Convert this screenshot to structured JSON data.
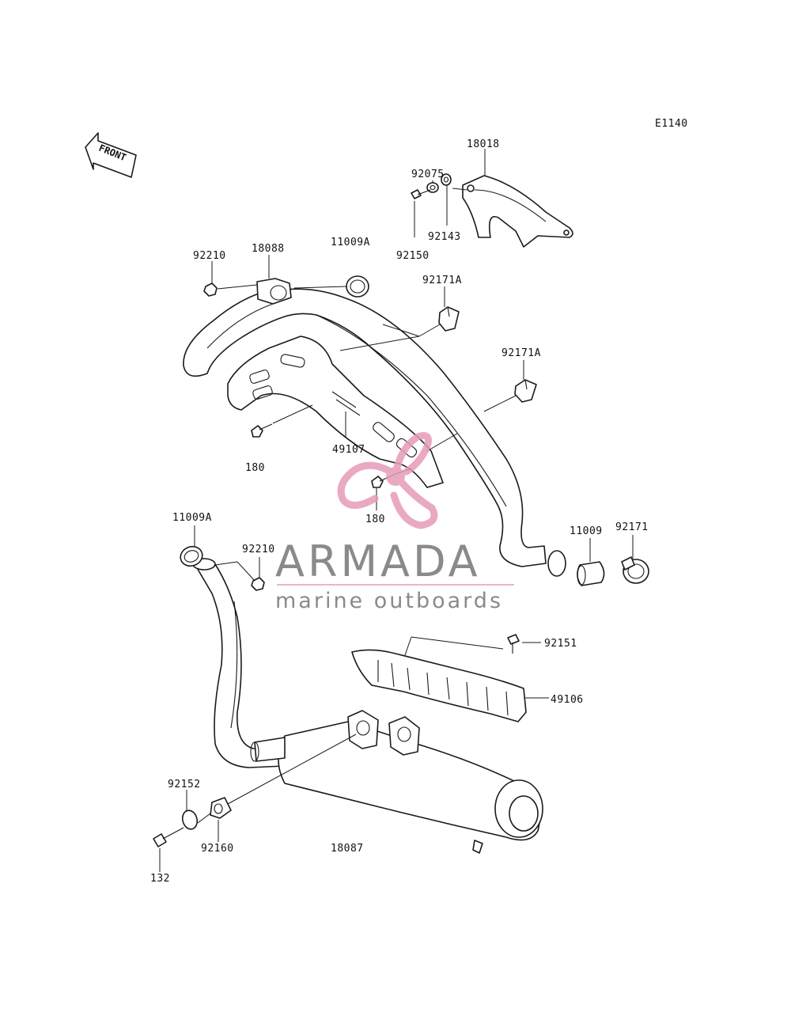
{
  "diagram_code": "E1140",
  "front_arrow": {
    "label": "FRONT",
    "icon": "front-arrow-icon"
  },
  "watermark": {
    "title": "ARMADA",
    "subtitle": "marine outboards",
    "logo_color": "#e79bb8",
    "text_color": "#8a8a8a"
  },
  "parts": {
    "p18018": "18018",
    "p92075": "92075",
    "p92143": "92143",
    "p92150": "92150",
    "p92210_top": "92210",
    "p18088": "18088",
    "p11009A_top": "11009A",
    "p92171A_top": "92171A",
    "p92171A_mid": "92171A",
    "p180_left": "180",
    "p49107": "49107",
    "p180_center": "180",
    "p11009A_bottom": "11009A",
    "p92210_bottom": "92210",
    "p11009": "11009",
    "p92171": "92171",
    "p92151": "92151",
    "p49106": "49106",
    "p92152": "92152",
    "p92160": "92160",
    "p18087": "18087",
    "p132": "132"
  }
}
